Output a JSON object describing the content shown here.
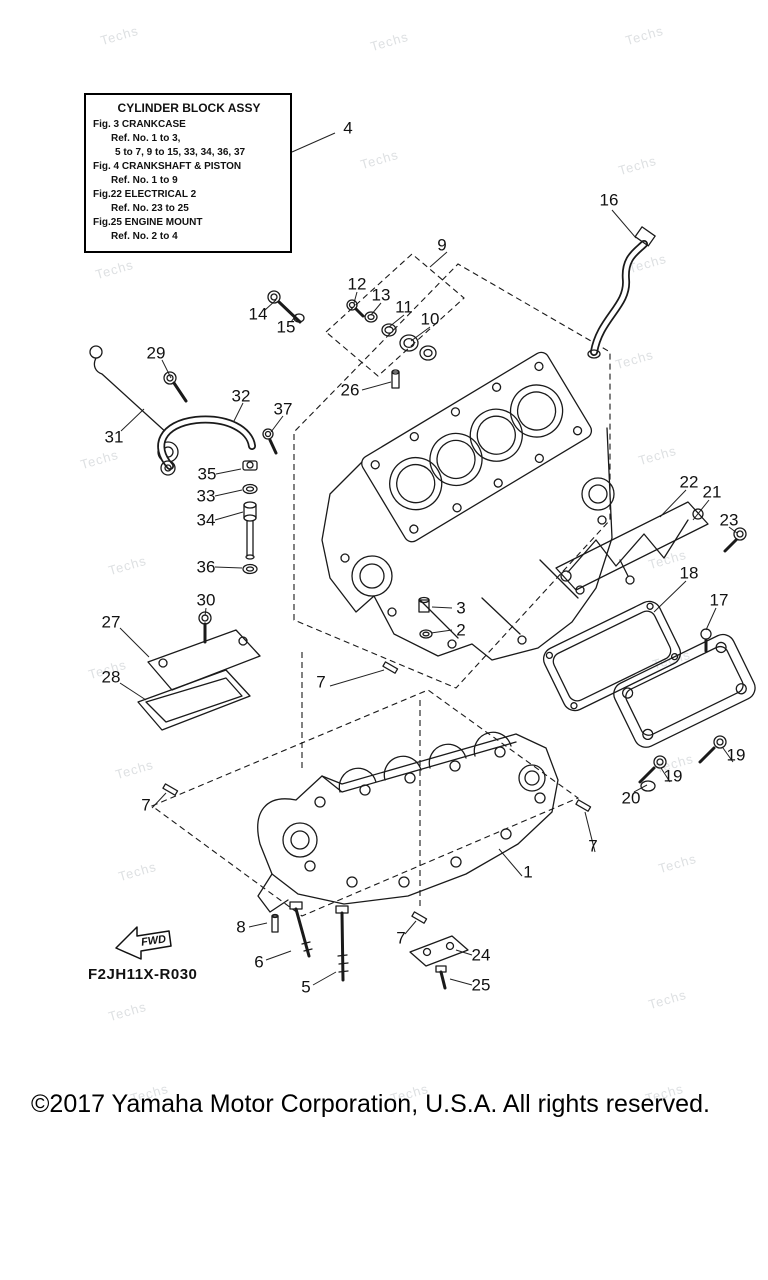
{
  "page": {
    "copyright": "©2017 Yamaha Motor Corporation, U.S.A. All rights reserved.",
    "diagram_code": "F2JH11X-R030",
    "fwd_label": "FWD",
    "watermark_text": "Techs"
  },
  "info_box": {
    "title": "CYLINDER BLOCK ASSY",
    "lines": [
      {
        "text": "Fig.  3 CRANKCASE"
      },
      {
        "text": "Ref. No. 1 to 3,"
      },
      {
        "text": "5 to 7, 9 to 15, 33, 34, 36, 37"
      },
      {
        "text": "Fig.  4 CRANKSHAFT & PISTON"
      },
      {
        "text": "Ref. No. 1 to 9"
      },
      {
        "text": "Fig.22 ELECTRICAL 2"
      },
      {
        "text": "Ref. No. 23 to 25"
      },
      {
        "text": "Fig.25 ENGINE MOUNT"
      },
      {
        "text": "Ref. No. 2 to 4"
      }
    ]
  },
  "callouts": [
    {
      "label": "4"
    },
    {
      "label": "16"
    },
    {
      "label": "9"
    },
    {
      "label": "12"
    },
    {
      "label": "13"
    },
    {
      "label": "11"
    },
    {
      "label": "10"
    },
    {
      "label": "14"
    },
    {
      "label": "15"
    },
    {
      "label": "29"
    },
    {
      "label": "26"
    },
    {
      "label": "32"
    },
    {
      "label": "37"
    },
    {
      "label": "31"
    },
    {
      "label": "35"
    },
    {
      "label": "33"
    },
    {
      "label": "34"
    },
    {
      "label": "22"
    },
    {
      "label": "21"
    },
    {
      "label": "23"
    },
    {
      "label": "36"
    },
    {
      "label": "30"
    },
    {
      "label": "18"
    },
    {
      "label": "17"
    },
    {
      "label": "27"
    },
    {
      "label": "3"
    },
    {
      "label": "2"
    },
    {
      "label": "28"
    },
    {
      "label": "7"
    },
    {
      "label": "19"
    },
    {
      "label": "19"
    },
    {
      "label": "20"
    },
    {
      "label": "7"
    },
    {
      "label": "7"
    },
    {
      "label": "1"
    },
    {
      "label": "8"
    },
    {
      "label": "6"
    },
    {
      "label": "5"
    },
    {
      "label": "7"
    },
    {
      "label": "24"
    },
    {
      "label": "25"
    }
  ]
}
